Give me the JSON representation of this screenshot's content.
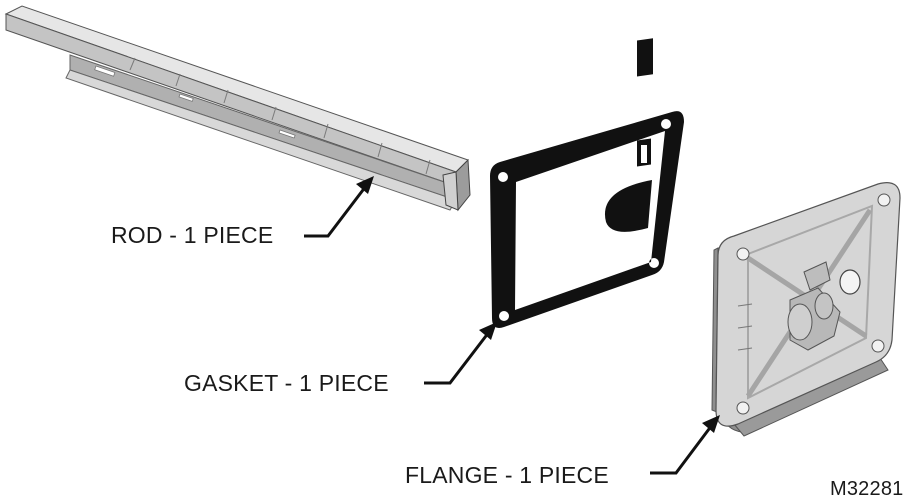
{
  "labels": {
    "rod": "ROD - 1 PIECE",
    "gasket": "GASKET - 1 PIECE",
    "flange": "FLANGE - 1 PIECE"
  },
  "figure_id": "M32281",
  "colors": {
    "rod_top": "#e2e2e2",
    "rod_side": "#bdbdbd",
    "rod_dark": "#8a8a8a",
    "gasket": "#111111",
    "flange_face": "#d4d4d4",
    "flange_edge": "#9a9a9a",
    "leader": "#111111"
  }
}
